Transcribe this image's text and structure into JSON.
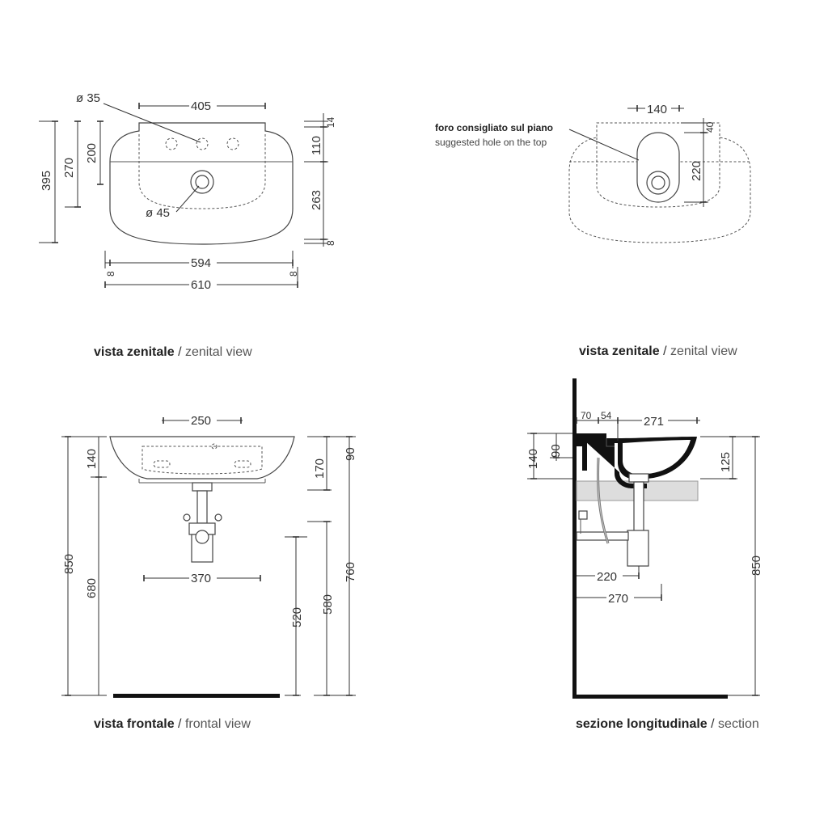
{
  "colors": {
    "ink": "#333333",
    "solid": "#111111",
    "background": "#ffffff",
    "shelf": "#dddddd"
  },
  "views": {
    "top_view": {
      "caption_bold": "vista zenitale",
      "caption_sep": "/",
      "caption_en": "zenital view",
      "dims": {
        "tap_hole_dia": "ø 35",
        "tap_spacing": "405",
        "drain_dia": "ø 45",
        "overall_depth": "395",
        "depth_270": "270",
        "depth_200": "200",
        "top_14": "14",
        "dim_110": "110",
        "dim_263": "263",
        "bottom_8": "8",
        "inner_width": "594",
        "side_8_left": "8",
        "side_8_right": "8",
        "overall_width": "610"
      }
    },
    "top_view_hole": {
      "caption_bold": "vista zenitale",
      "caption_sep": "/",
      "caption_en": "zenital view",
      "note_it": "foro consigliato sul piano",
      "note_en": "suggested hole on the top",
      "dims": {
        "hole_width": "140",
        "dim_40": "40",
        "hole_length": "220"
      }
    },
    "front_view": {
      "caption_bold": "vista frontale",
      "caption_sep": "/",
      "caption_en": "frontal view",
      "dims": {
        "dim_250": "250",
        "dim_140": "140",
        "dim_850": "850",
        "dim_680": "680",
        "dim_170": "170",
        "dim_90": "90",
        "dim_760": "760",
        "dim_370": "370",
        "dim_520": "520",
        "dim_580": "580"
      }
    },
    "section_view": {
      "caption_bold": "sezione longitudinale",
      "caption_sep": "/",
      "caption_en": "section",
      "dims": {
        "dim_70": "70",
        "dim_54": "54",
        "dim_271": "271",
        "dim_140": "140",
        "dim_90": "90",
        "dim_125": "125",
        "dim_850": "850",
        "dim_220": "220",
        "dim_270": "270"
      }
    }
  }
}
